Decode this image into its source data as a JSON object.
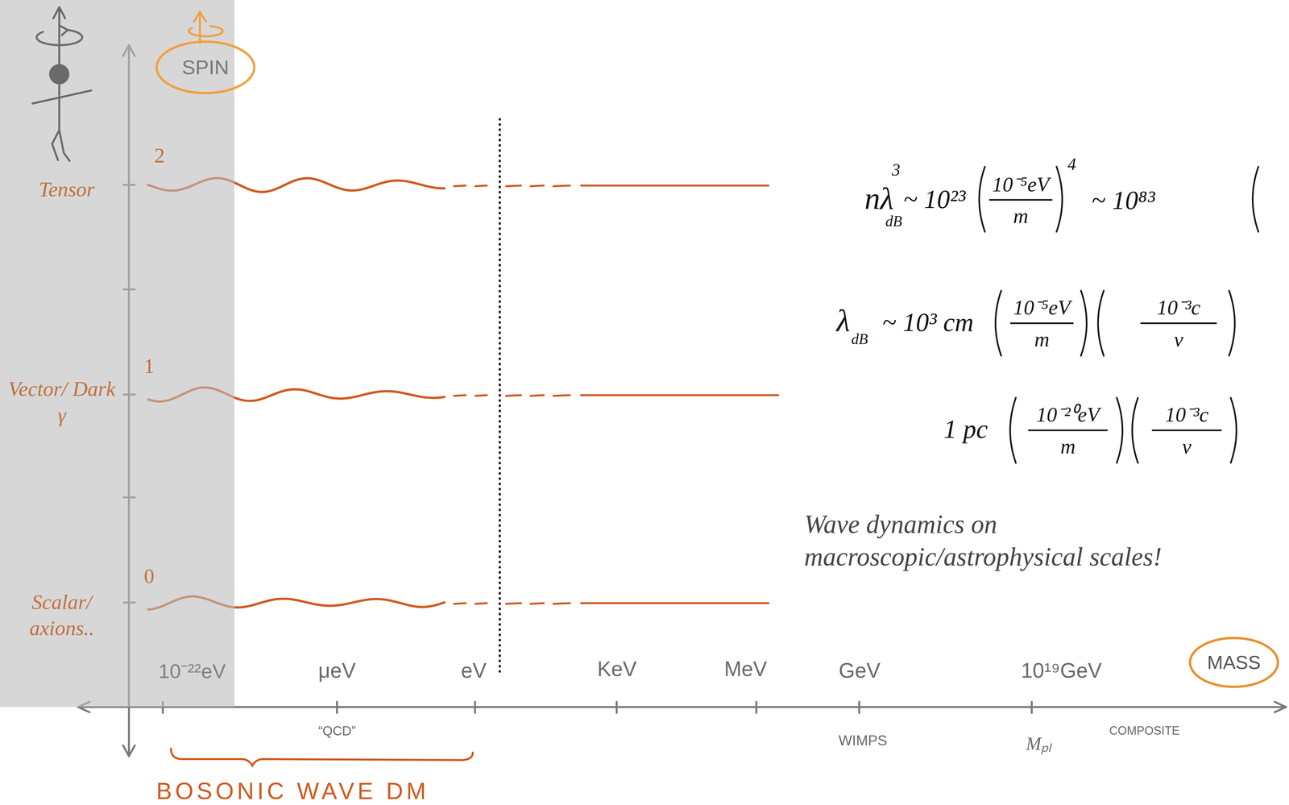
{
  "diagram": {
    "nodes": [
      {
        "text": [
          "SPIN"
        ]
      },
      {
        "text": [
          "MASS"
        ]
      }
    ],
    "labels": [
      "2",
      "Tensor",
      "1",
      "Vector/ Dark γ",
      "0",
      "Scalar/ axions..",
      "10⁻²²eV",
      "μeV",
      "eV",
      "KeV",
      "MeV",
      "GeV",
      "10¹⁹GeV",
      "“QCD”",
      "WIMPS",
      "Mₚₗ",
      "COMPOSITE",
      "BOSONIC WAVE DM",
      "nλ",
      "3",
      "dB",
      "~ 10²³",
      "10⁻⁵eV",
      "m",
      "4",
      "~ 10⁸³",
      "λ",
      "dB",
      "~ 10³ cm",
      "10⁻⁵eV",
      "m",
      "10⁻³c",
      "v",
      "1 pc",
      "10⁻²⁰eV",
      "m",
      "10⁻³c",
      "v",
      "Wave dynamics on macroscopic/astrophysical scales!"
    ]
  }
}
